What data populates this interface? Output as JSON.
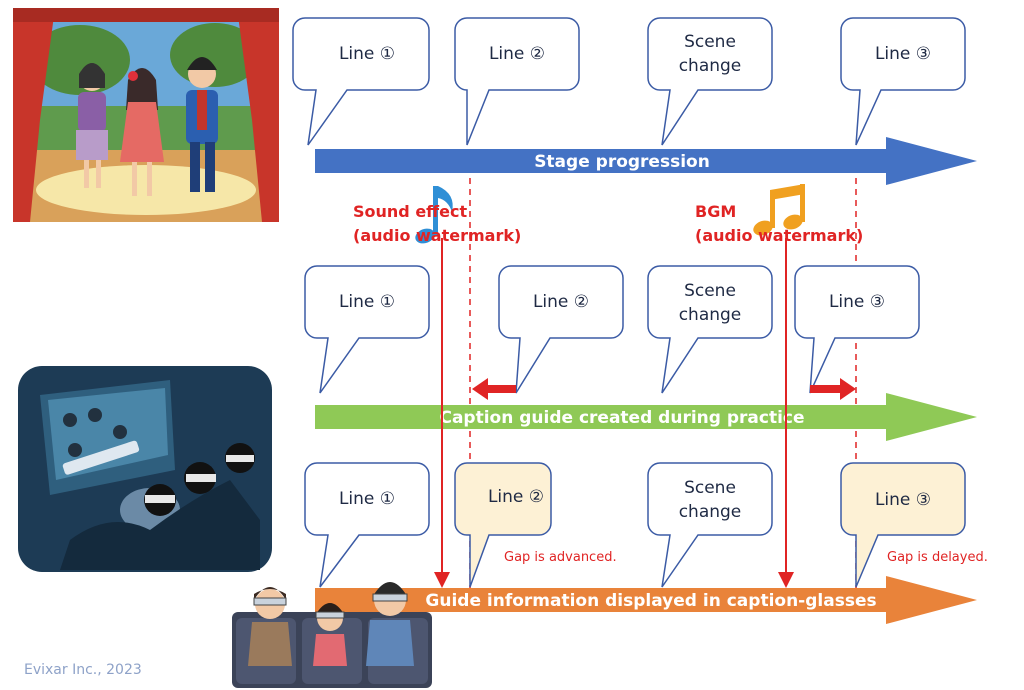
{
  "colors": {
    "stage": "#4472c4",
    "practice": "#8fc956",
    "glasses": "#e9833a",
    "callout_stroke": "#3b5ba5",
    "callout_fill": "#ffffff",
    "callout_fill_shifted": "#fdf1d5",
    "red": "#e02424",
    "note_blue": "#2f8fd6",
    "note_orange": "#f0a020"
  },
  "icons": [
    "theater-stage-illustration",
    "audience-with-glasses-illustration",
    "music-note-icon",
    "viewers-with-caption-glasses-illustration"
  ],
  "rows": {
    "stage": {
      "arrow_label": "Stage progression",
      "callouts": [
        {
          "text": [
            "Line ①"
          ]
        },
        {
          "text": [
            "Line ②"
          ]
        },
        {
          "text": [
            "Scene",
            "change"
          ]
        },
        {
          "text": [
            "Line ③"
          ]
        }
      ]
    },
    "practice": {
      "arrow_label": "Caption guide created during practice",
      "callouts": [
        {
          "text": [
            "Line ①"
          ]
        },
        {
          "text": [
            "Line ②"
          ]
        },
        {
          "text": [
            "Scene",
            "change"
          ]
        },
        {
          "text": [
            "Line ③"
          ]
        }
      ]
    },
    "glasses": {
      "arrow_label": "Guide information displayed in caption-glasses",
      "callouts": [
        {
          "text": [
            "Line ①"
          ]
        },
        {
          "text": [
            "Line ②"
          ]
        },
        {
          "text": [
            "Scene",
            "change"
          ]
        },
        {
          "text": [
            "Line ③"
          ]
        }
      ]
    }
  },
  "watermarks": {
    "sound_effect": [
      "Sound effect",
      "(audio watermark)"
    ],
    "bgm": [
      "BGM",
      "(audio watermark)"
    ]
  },
  "gaps": {
    "advanced": "Gap is advanced.",
    "delayed": "Gap is delayed."
  },
  "credit": "Evixar Inc., 2023"
}
